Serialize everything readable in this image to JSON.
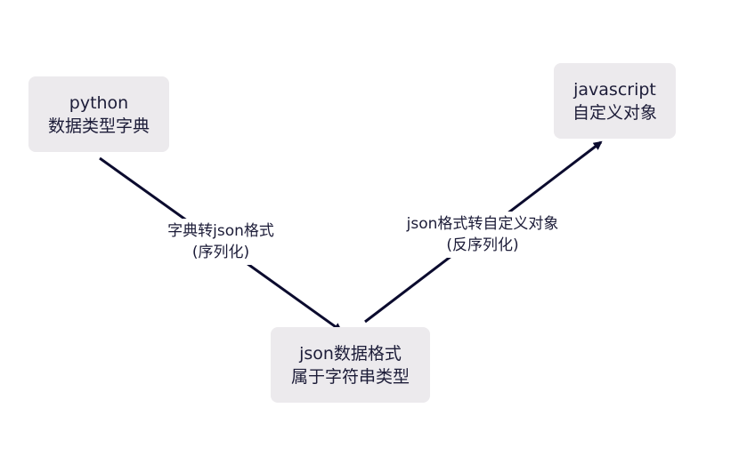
{
  "nodes": {
    "python": {
      "line1": "python",
      "line2": "数据类型字典"
    },
    "javascript": {
      "line1": "javascript",
      "line2": "自定义对象"
    },
    "json": {
      "line1": "json数据格式",
      "line2": "属于字符串类型"
    }
  },
  "edges": {
    "serialize": {
      "line1": "字典转json格式",
      "line2": "(序列化)"
    },
    "deserialize": {
      "line1": "json格式转自定义对象",
      "line2": "(反序列化)"
    }
  },
  "colors": {
    "node_fill": "#eceaed",
    "edge": "#0b0b2e",
    "text": "#1c1c38",
    "background": "#ffffff"
  }
}
